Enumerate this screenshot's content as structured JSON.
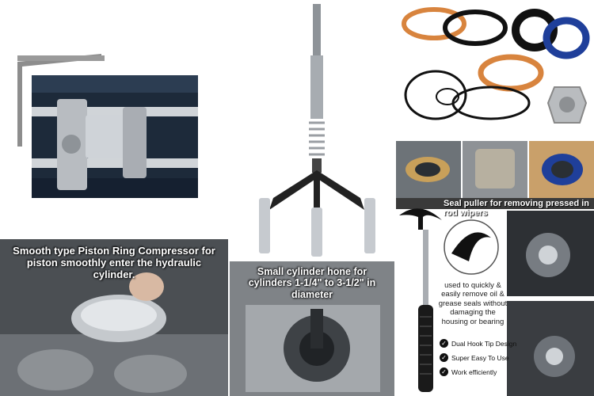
{
  "captions": {
    "compressor": "Smooth type Piston Ring Compressor for piston smoothly enter the hydraulic cylinder.",
    "hone": "Small cylinder hone for cylinders 1-1/4\" to 3-1/2\" in diameter",
    "seal_puller_header": "Seal puller for removing pressed in rod wipers",
    "seal_puller_uses": "used to quickly & easily remove oil & grease seals without damaging the housing or bearing"
  },
  "features": [
    {
      "label": "Dual Hook Tip Design",
      "icon": "check-icon"
    },
    {
      "label": "Super Easy To Use",
      "icon": "check-icon"
    },
    {
      "label": "Work efficiently",
      "icon": "check-icon"
    }
  ],
  "colors": {
    "orange_seal": "#d8843e",
    "blue_seal": "#1f3f9a",
    "band": "#1d2a3a"
  }
}
